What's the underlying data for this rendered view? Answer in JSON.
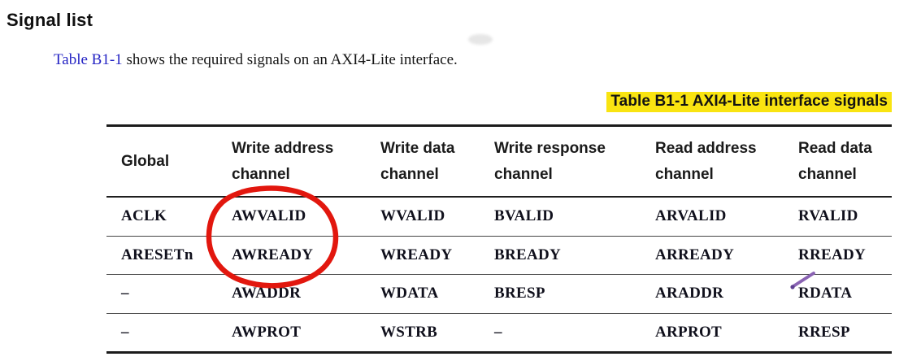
{
  "page": {
    "heading": "Signal list",
    "intro": {
      "link_text": "Table B1-1",
      "rest_text": " shows the required signals on an AXI4-Lite interface."
    },
    "caption": "Table B1-1 AXI4-Lite interface signals"
  },
  "table": {
    "columns": [
      "Global",
      "Write address channel",
      "Write data channel",
      "Write response channel",
      "Read address channel",
      "Read data channel"
    ],
    "rows": [
      [
        "ACLK",
        "AWVALID",
        "WVALID",
        "BVALID",
        "ARVALID",
        "RVALID"
      ],
      [
        "ARESETn",
        "AWREADY",
        "WREADY",
        "BREADY",
        "ARREADY",
        "RREADY"
      ],
      [
        "–",
        "AWADDR",
        "WDATA",
        "BRESP",
        "ARADDR",
        "RDATA"
      ],
      [
        "–",
        "AWPROT",
        "WSTRB",
        "–",
        "ARPROT",
        "RRESP"
      ]
    ]
  },
  "annotations": {
    "red_circle": {
      "meaning": "hand-drawn red circle around AWVALID and AWREADY",
      "color": "#e2170e"
    },
    "purple_mark": {
      "meaning": "small purple pen stroke over the R of RDATA",
      "color": "#8a63b3",
      "tip_color": "#5e3f90"
    }
  },
  "colors": {
    "link_blue": "#2524c4",
    "highlight_yellow": "#f9e411",
    "text": "#141414"
  }
}
